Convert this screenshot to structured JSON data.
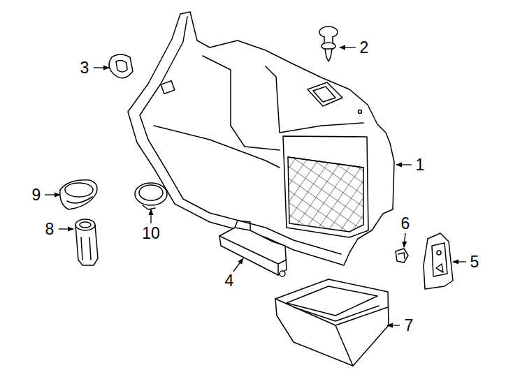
{
  "diagram": {
    "labels": [
      "2",
      "3",
      "1",
      "9",
      "6",
      "8",
      "10",
      "5",
      "4",
      "7"
    ]
  }
}
